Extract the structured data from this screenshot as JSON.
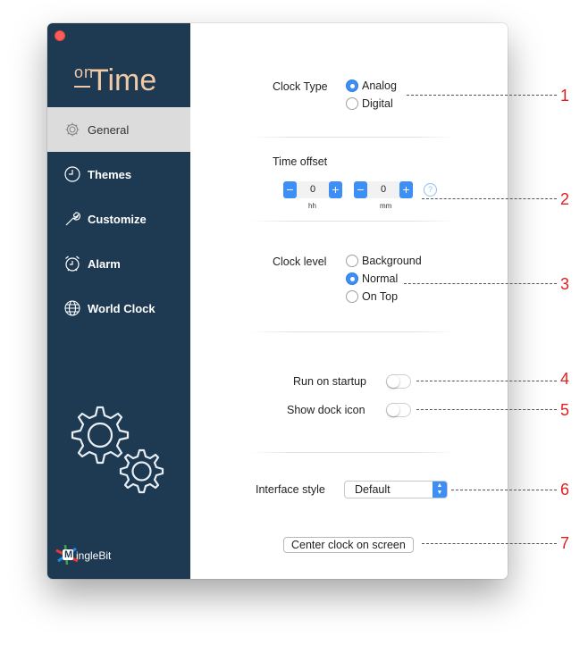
{
  "logo": {
    "prefix": "on",
    "word": "Time"
  },
  "sidebar": {
    "items": [
      {
        "label": "General",
        "icon": "gear-icon"
      },
      {
        "label": "Themes",
        "icon": "clock-icon"
      },
      {
        "label": "Customize",
        "icon": "wrench-icon"
      },
      {
        "label": "Alarm",
        "icon": "alarm-clock-icon"
      },
      {
        "label": "World Clock",
        "icon": "globe-icon"
      }
    ],
    "active_index": 0,
    "brand": "ingleBit",
    "brand_letter": "M"
  },
  "clock_type": {
    "label": "Clock Type",
    "options": [
      "Analog",
      "Digital"
    ],
    "selected": "Analog"
  },
  "time_offset": {
    "label": "Time offset",
    "hours": "0",
    "minutes": "0",
    "hours_unit": "hh",
    "minutes_unit": "mm",
    "minus": "−",
    "plus": "+",
    "help": "?"
  },
  "clock_level": {
    "label": "Clock level",
    "options": [
      "Background",
      "Normal",
      "On Top"
    ],
    "selected": "Normal"
  },
  "run_on_startup": {
    "label": "Run on startup",
    "enabled": false
  },
  "show_dock_icon": {
    "label": "Show dock icon",
    "enabled": false
  },
  "interface_style": {
    "label": "Interface style",
    "value": "Default"
  },
  "center_button": {
    "label": "Center clock on screen"
  },
  "callouts": [
    "1",
    "2",
    "3",
    "4",
    "5",
    "6",
    "7"
  ],
  "colors": {
    "sidebar": "#1e3a53",
    "accent": "#3d8ef5",
    "callout": "#e02020",
    "logo": "#f2c9a6"
  }
}
